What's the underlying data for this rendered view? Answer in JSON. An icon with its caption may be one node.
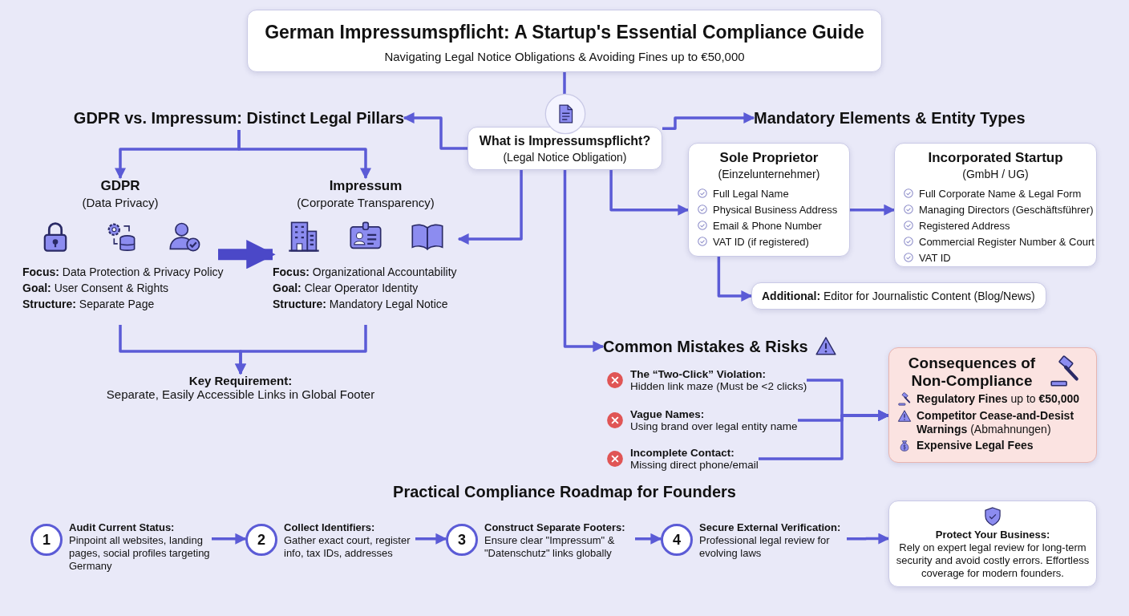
{
  "diagram": {
    "nodes": [
      {
        "text": [
          "German Impressumspflicht: A Startup's Essential Compliance Guide",
          "Navigating Legal Notice Obligations & Avoiding Fines up to €50,000"
        ]
      },
      {
        "text": [
          "What is Impressumspflicht?",
          "(Legal Notice Obligation)"
        ]
      },
      {
        "text": [
          "GDPR vs. Impressum: Distinct Legal Pillars"
        ]
      },
      {
        "text": [
          "GDPR",
          "(Data Privacy)",
          "**Focus:** Data Protection & Privacy Policy",
          "**Goal:** User Consent & Rights",
          "**Structure:** Separate Page"
        ]
      },
      {
        "text": [
          "Impressum",
          "(Corporate Transparency)",
          "**Focus:** Organizational Accountability",
          "**Goal:** Clear Operator Identity",
          "**Structure:** Mandatory Legal Notice"
        ]
      },
      {
        "text": [
          "Key Requirement:",
          "Separate, Easily Accessible Links in Global Footer"
        ]
      },
      {
        "text": [
          "Mandatory Elements & Entity Types"
        ]
      },
      {
        "text": [
          "Sole Proprietor",
          "(Einzelunternehmer)",
          "Full Legal Name",
          "Physical Business Address",
          "Email & Phone Number",
          "VAT ID (if registered)"
        ]
      },
      {
        "text": [
          "Incorporated Startup",
          "(GmbH / UG)",
          "Full Corporate Name & Legal Form",
          "Managing Directors (Geschäftsführer)",
          "Registered Address",
          "Commercial Register Number & Court",
          "VAT ID"
        ]
      },
      {
        "text": [
          "**Additional:** Editor for Journalistic Content (Blog/News)"
        ]
      },
      {
        "text": [
          "Common Mistakes & Risks"
        ]
      },
      {
        "text": [
          "The “Two-Click” Violation:",
          "Hidden link maze (Must be <2 clicks)"
        ]
      },
      {
        "text": [
          "Vague Names:",
          "Using brand over legal entity name"
        ]
      },
      {
        "text": [
          "Incomplete Contact:",
          "Missing direct phone/email"
        ]
      },
      {
        "text": [
          "Consequences of Non-Compliance",
          "**Regulatory Fines** up to **€50,000**",
          "**Competitor Cease-and-Desist Warnings** (Abmahnungen)",
          "Expensive Legal Fees"
        ]
      },
      {
        "text": [
          "Practical Compliance Roadmap for Founders"
        ]
      },
      {
        "text": [
          "1",
          "Audit Current Status:",
          "Pinpoint all websites, landing pages, social profiles targeting Germany"
        ]
      },
      {
        "text": [
          "2",
          "Collect Identifiers:",
          "Gather exact court, register info, tax IDs, addresses"
        ]
      },
      {
        "text": [
          "3",
          "Construct Separate Footers:",
          "Ensure clear \"Impressum\" & \"Datenschutz\" links globally"
        ]
      },
      {
        "text": [
          "4",
          "Secure External Verification:",
          "Professional legal review for evolving laws"
        ]
      },
      {
        "text": [
          "Protect Your Business:",
          "Rely on expert legal review for long-term security and avoid costly errors. Effortless coverage for modern founders."
        ]
      }
    ],
    "edges": [
      {
        "from": 0,
        "to": 1,
        "arrow": "none"
      },
      {
        "from": 1,
        "to": 2,
        "arrow": "to"
      },
      {
        "from": 1,
        "to": 6,
        "arrow": "to"
      },
      {
        "from": 1,
        "to": 4,
        "arrow": "to"
      },
      {
        "from": 1,
        "to": 7,
        "arrow": "to"
      },
      {
        "from": 1,
        "to": 10,
        "arrow": "to"
      },
      {
        "from": 2,
        "to": 3,
        "arrow": "to"
      },
      {
        "from": 2,
        "to": 4,
        "arrow": "to"
      },
      {
        "from": 3,
        "to": 4,
        "arrow": "to",
        "style": "thick",
        "color": "#4b48c8"
      },
      {
        "from": 3,
        "to": 5,
        "arrow": "to"
      },
      {
        "from": 4,
        "to": 5,
        "arrow": "to"
      },
      {
        "from": 7,
        "to": 8,
        "arrow": "to"
      },
      {
        "from": 7,
        "to": 9,
        "arrow": "to"
      },
      {
        "from": 11,
        "to": 14,
        "arrow": "to"
      },
      {
        "from": 12,
        "to": 14,
        "arrow": "to"
      },
      {
        "from": 13,
        "to": 14,
        "arrow": "to"
      },
      {
        "from": 16,
        "to": 17,
        "arrow": "to"
      },
      {
        "from": 17,
        "to": 18,
        "arrow": "to"
      },
      {
        "from": 18,
        "to": 19,
        "arrow": "to"
      },
      {
        "from": 19,
        "to": 20,
        "arrow": "to"
      }
    ]
  }
}
